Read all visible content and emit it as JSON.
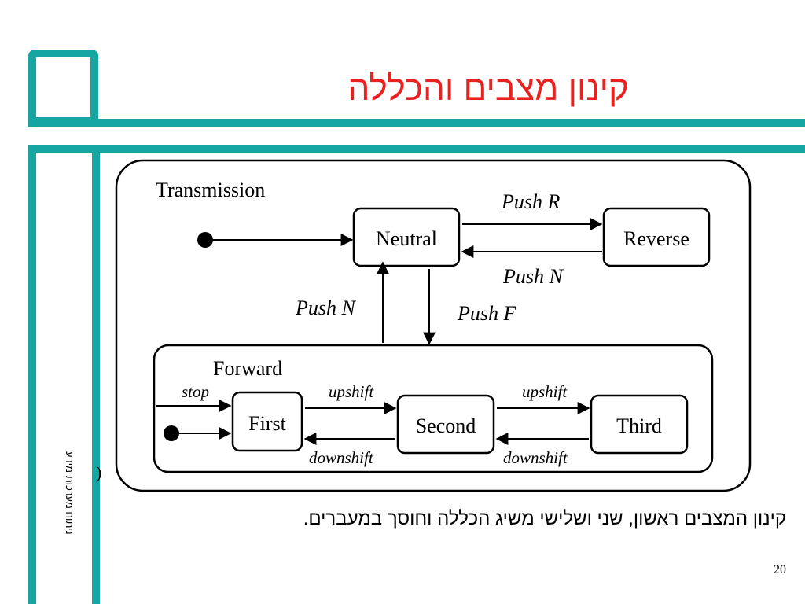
{
  "slide": {
    "title": "קינון מצבים והכללה",
    "caption": "קינון המצבים ראשון, שני ושלישי משיג הכללה וחוסך במעברים.",
    "side_note": "ניתוח מערכות מידע",
    "paren": ")",
    "page_number": "20",
    "accent_color": "#16a6a2",
    "title_color": "#e8231f"
  },
  "diagram": {
    "superstate_label": "Transmission",
    "substate_label": "Forward",
    "states": {
      "neutral": "Neutral",
      "reverse": "Reverse",
      "first": "First",
      "second": "Second",
      "third": "Third"
    },
    "transitions": {
      "push_r": "Push R",
      "push_n_reverse": "Push N",
      "push_n_forward": "Push N",
      "push_f": "Push F",
      "stop": "stop",
      "upshift_1": "upshift",
      "upshift_2": "upshift",
      "downshift_1": "downshift",
      "downshift_2": "downshift"
    }
  }
}
